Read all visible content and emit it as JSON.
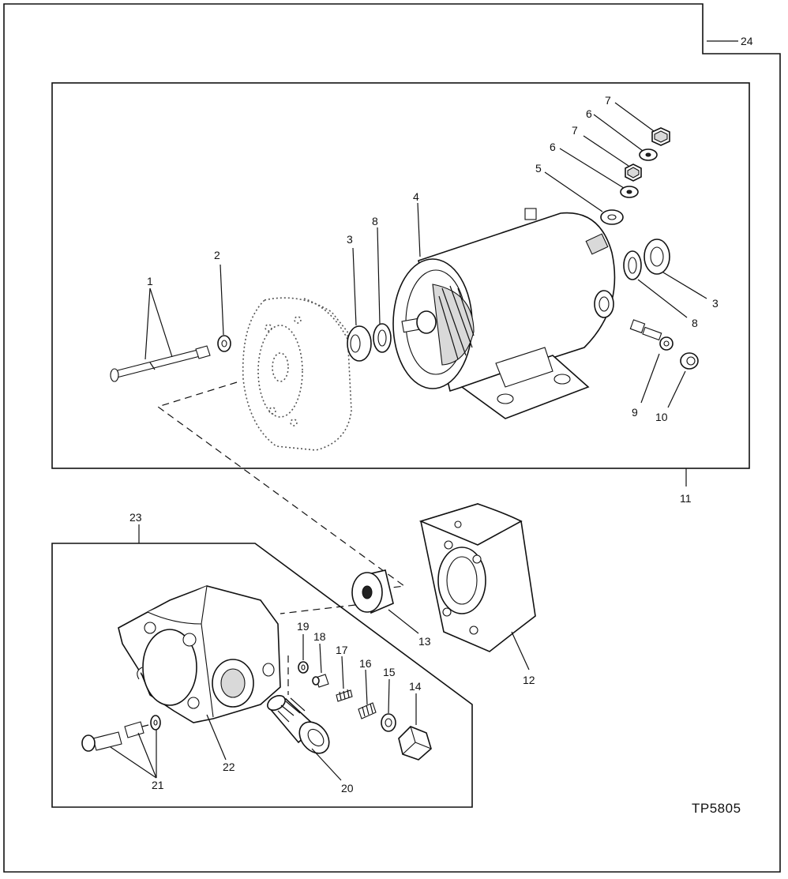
{
  "figure_id": "TP5805",
  "callouts": {
    "c1": "1",
    "c2": "2",
    "c3a": "3",
    "c3b": "3",
    "c4": "4",
    "c5": "5",
    "c6a": "6",
    "c6b": "6",
    "c7a": "7",
    "c7b": "7",
    "c8a": "8",
    "c8b": "8",
    "c9": "9",
    "c10": "10",
    "c11": "11",
    "c12": "12",
    "c13": "13",
    "c14": "14",
    "c15": "15",
    "c16": "16",
    "c17": "17",
    "c18": "18",
    "c19": "19",
    "c20": "20",
    "c21": "21",
    "c22": "22",
    "c23": "23",
    "c24": "24"
  }
}
